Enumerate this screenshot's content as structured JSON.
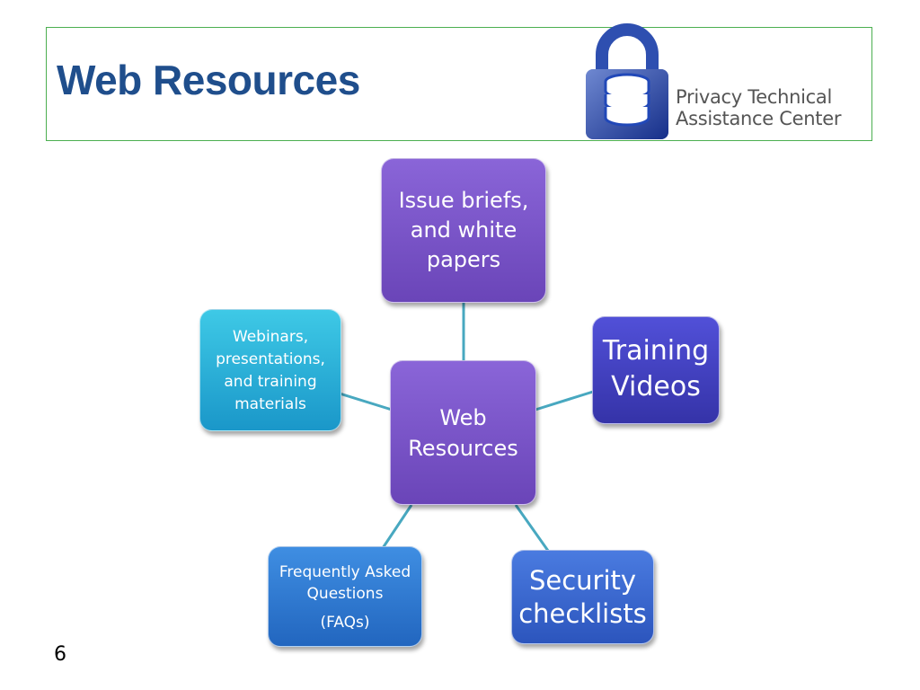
{
  "slide": {
    "title": "Web Resources",
    "number": "6"
  },
  "logo": {
    "line1": "Privacy Technical",
    "line2": "Assistance Center",
    "colors": {
      "lock_blue": "#2148b8",
      "shackle": "#2e4fb0",
      "database": "#ffffff"
    }
  },
  "diagram": {
    "center": {
      "label_line1": "Web",
      "label_line2": "Resources"
    },
    "nodes": {
      "issue_briefs": {
        "lines": [
          "Issue briefs,",
          "and white",
          "papers"
        ]
      },
      "training_videos": {
        "lines": [
          "Training",
          "Videos"
        ]
      },
      "webinars": {
        "lines": [
          "Webinars,",
          "presentations,",
          "and training",
          "materials"
        ]
      },
      "faqs": {
        "lines": [
          "Frequently Asked",
          "Questions"
        ],
        "extra": "(FAQs)"
      },
      "security": {
        "lines": [
          "Security",
          "checklists"
        ]
      }
    },
    "colors": {
      "connector": "#48a8c0",
      "center": "#7b55c8",
      "issue_briefs": "#7b55c8",
      "training_videos": "#4240c4",
      "webinars": "#2bb3db",
      "faqs": "#2f7fd6",
      "security": "#3a66d0"
    }
  }
}
